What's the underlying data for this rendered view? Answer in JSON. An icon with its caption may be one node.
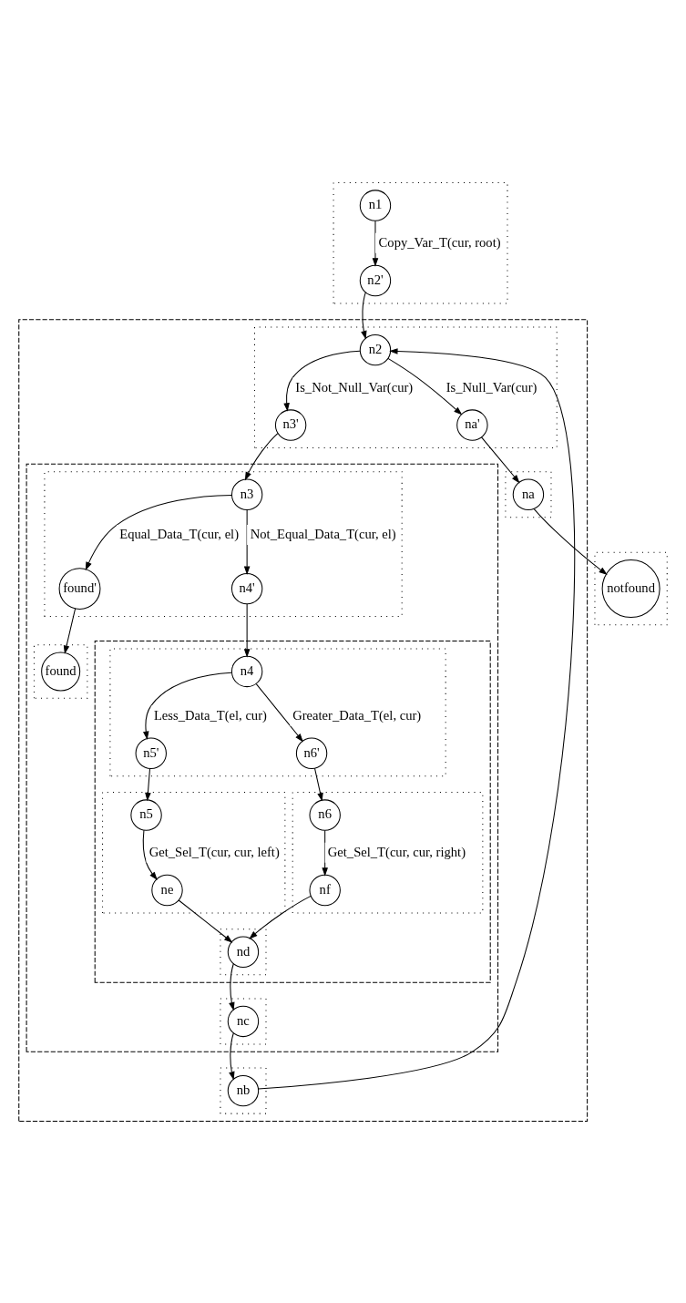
{
  "diagram": {
    "nodes": [
      {
        "text": [],
        "shape": "box"
      },
      {
        "text": [
          "n1"
        ],
        "in": 0
      },
      {
        "text": [
          "n2'"
        ],
        "in": 0
      },
      {
        "text": [],
        "shape": "box"
      },
      {
        "text": [],
        "shape": "box",
        "in": 3
      },
      {
        "text": [
          "n2"
        ],
        "in": 4
      },
      {
        "text": [
          "na'"
        ],
        "in": 4
      },
      {
        "text": [
          "n3'"
        ],
        "in": 4
      },
      {
        "text": [],
        "shape": "box",
        "in": 3
      },
      {
        "text": [],
        "shape": "box",
        "in": 8
      },
      {
        "text": [
          "n3"
        ],
        "in": 9
      },
      {
        "text": [
          "found'"
        ],
        "in": 9
      },
      {
        "text": [
          "n4'"
        ],
        "in": 9
      },
      {
        "text": [],
        "shape": "box",
        "in": 8
      },
      {
        "text": [
          "found"
        ],
        "in": 13
      },
      {
        "text": [],
        "shape": "box",
        "in": 8
      },
      {
        "text": [],
        "shape": "box",
        "in": 15
      },
      {
        "text": [
          "n4"
        ],
        "in": 16
      },
      {
        "text": [
          "n5'"
        ],
        "in": 16
      },
      {
        "text": [
          "n6'"
        ],
        "in": 16
      },
      {
        "text": [],
        "shape": "box",
        "in": 15
      },
      {
        "text": [
          "n5"
        ],
        "in": 20
      },
      {
        "text": [
          "ne"
        ],
        "in": 20
      },
      {
        "text": [],
        "shape": "box",
        "in": 15
      },
      {
        "text": [
          "n6"
        ],
        "in": 23
      },
      {
        "text": [
          "nf"
        ],
        "in": 23
      },
      {
        "text": [],
        "shape": "box",
        "in": 15
      },
      {
        "text": [
          "nd"
        ],
        "in": 26
      },
      {
        "text": [],
        "shape": "box",
        "in": 8
      },
      {
        "text": [
          "nc"
        ],
        "in": 28
      },
      {
        "text": [],
        "shape": "box",
        "in": 3
      },
      {
        "text": [
          "nb"
        ],
        "in": 30
      },
      {
        "text": [],
        "shape": "box",
        "in": 3
      },
      {
        "text": [
          "na"
        ],
        "in": 32
      },
      {
        "text": [],
        "shape": "box"
      },
      {
        "text": [
          "notfound"
        ],
        "in": 34
      }
    ],
    "edges": [
      {
        "from": 1,
        "to": 2,
        "arrow": "to",
        "label": "Copy_Var_T(cur, root)"
      },
      {
        "from": 2,
        "to": 5,
        "arrow": "to"
      },
      {
        "from": 5,
        "to": 6,
        "arrow": "to",
        "label": "Is_Null_Var(cur)"
      },
      {
        "from": 5,
        "to": 7,
        "arrow": "to",
        "label": "Is_Not_Null_Var(cur)"
      },
      {
        "from": 6,
        "to": 33,
        "arrow": "to"
      },
      {
        "from": 7,
        "to": 10,
        "arrow": "to"
      },
      {
        "from": 10,
        "to": 11,
        "arrow": "to",
        "label": "Equal_Data_T(cur, el)"
      },
      {
        "from": 10,
        "to": 12,
        "arrow": "to",
        "label": "Not_Equal_Data_T(cur, el)"
      },
      {
        "from": 11,
        "to": 14,
        "arrow": "to"
      },
      {
        "from": 12,
        "to": 17,
        "arrow": "to"
      },
      {
        "from": 17,
        "to": 18,
        "arrow": "to",
        "label": "Less_Data_T(el, cur)"
      },
      {
        "from": 17,
        "to": 19,
        "arrow": "to",
        "label": "Greater_Data_T(el, cur)"
      },
      {
        "from": 18,
        "to": 21,
        "arrow": "to"
      },
      {
        "from": 19,
        "to": 24,
        "arrow": "to"
      },
      {
        "from": 21,
        "to": 22,
        "arrow": "to",
        "label": "Get_Sel_T(cur, cur, left)"
      },
      {
        "from": 24,
        "to": 25,
        "arrow": "to",
        "label": "Get_Sel_T(cur, cur, right)"
      },
      {
        "from": 22,
        "to": 27,
        "arrow": "to"
      },
      {
        "from": 25,
        "to": 27,
        "arrow": "to"
      },
      {
        "from": 27,
        "to": 29,
        "arrow": "to"
      },
      {
        "from": 29,
        "to": 31,
        "arrow": "to"
      },
      {
        "from": 31,
        "to": 5,
        "arrow": "to"
      },
      {
        "from": 33,
        "to": 35,
        "arrow": "to"
      }
    ]
  }
}
